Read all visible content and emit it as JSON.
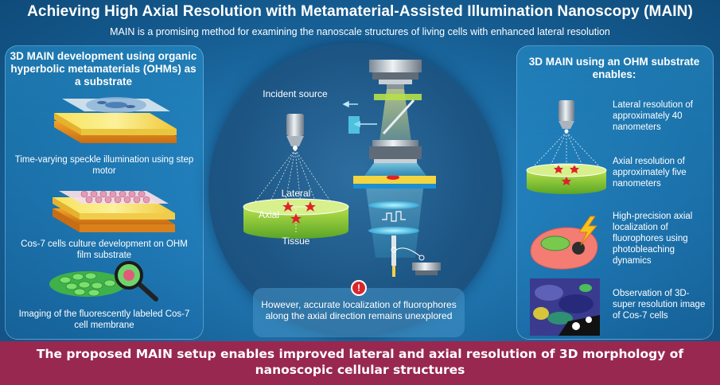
{
  "header": {
    "title": "Achieving High Axial Resolution with Metamaterial-Assisted Illumination Nanoscopy (MAIN)",
    "subtitle": "MAIN is a promising method for examining the nanoscale structures of living cells with enhanced lateral resolution"
  },
  "left_panel": {
    "heading": "3D MAIN development using organic hyperbolic metamaterials (OHMs) as a substrate",
    "steps": [
      {
        "caption": "Time-varying speckle illumination using step motor",
        "icon": "speckle-substrate-icon"
      },
      {
        "caption": "Cos-7 cells culture development on OHM film substrate",
        "icon": "cell-culture-substrate-icon"
      },
      {
        "caption": "Imaging of the fluorescently labeled Cos-7 cell membrane",
        "icon": "magnifier-cells-icon"
      }
    ]
  },
  "center": {
    "incident_source": "Incident source",
    "lateral": "Lateral",
    "axial": "Axial",
    "tissue": "Tissue",
    "warning": "However, accurate localization of fluorophores along the axial direction remains unexplored",
    "warning_icon": "!"
  },
  "right_panel": {
    "heading": "3D MAIN using an OHM substrate enables:",
    "items": [
      {
        "text": "Lateral resolution of approximately 40 nanometers",
        "icon": "objective-lens-icon"
      },
      {
        "text": "Axial resolution of approximately five nanometers",
        "icon": "axial-substrate-icon"
      },
      {
        "text": "High-precision axial localization of fluorophores using photobleaching dynamics",
        "icon": "photobleaching-cell-icon"
      },
      {
        "text": "Observation of 3D-super resolution image of Cos-7 cells",
        "icon": "super-resolution-image-icon"
      }
    ]
  },
  "footer": {
    "text": "The proposed MAIN setup enables improved lateral and axial resolution of 3D morphology of nanoscopic cellular structures"
  },
  "colors": {
    "background": "#1f73ad",
    "footer": "#98284f",
    "marker_star": "#e0202a",
    "warning": "#d9262c"
  }
}
